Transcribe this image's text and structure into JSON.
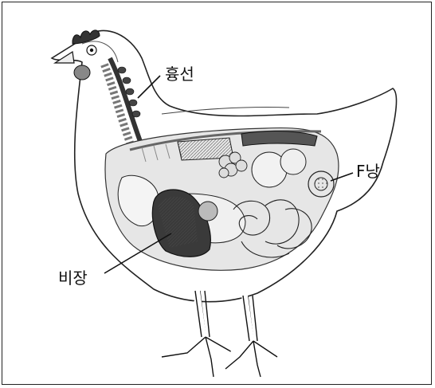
{
  "diagram": {
    "labels": {
      "thymus": "흉선",
      "bursa": "F낭",
      "spleen": "비장"
    },
    "subject": "chicken-anatomy-illustration"
  }
}
